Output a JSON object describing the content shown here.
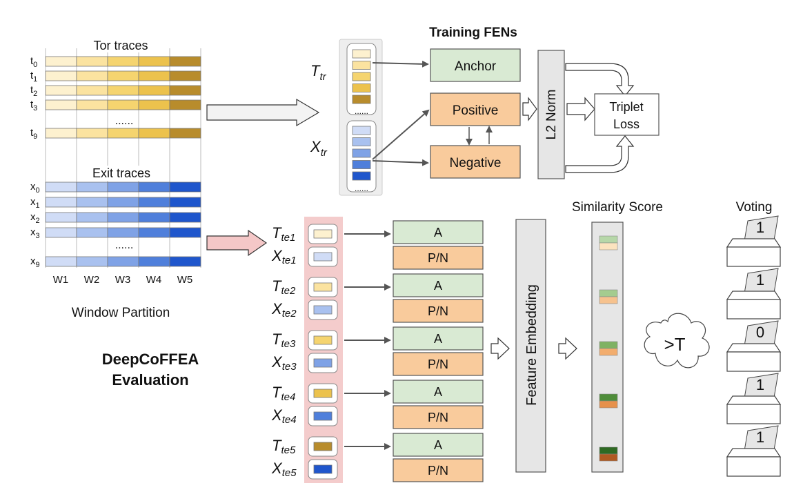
{
  "colors": {
    "tor": [
      "#fdf1cf",
      "#fbe3a0",
      "#f5d46f",
      "#ecc24d",
      "#b88c2c"
    ],
    "exit": [
      "#d0dcf6",
      "#a9c1ef",
      "#7fa2e6",
      "#4f7fdb",
      "#1f56cc"
    ],
    "green_box": "#d9ead3",
    "orange_box": "#f9cb9c",
    "gray_box": "#e6e6e6",
    "pink_band": "#f4cccc",
    "score_top": [
      "#b6d7a8",
      "#a4cc8f",
      "#7fb263",
      "#4f8d3a",
      "#2f6a23"
    ],
    "score_bottom": [
      "#fbe3bf",
      "#f6c28e",
      "#f2ad6e",
      "#e6914c",
      "#b05a22"
    ]
  },
  "left": {
    "tor_title": "Tor traces",
    "exit_title": "Exit traces",
    "tor_rows": [
      {
        "base": "t",
        "sub": "0"
      },
      {
        "base": "t",
        "sub": "1"
      },
      {
        "base": "t",
        "sub": "2"
      },
      {
        "base": "t",
        "sub": "3"
      },
      {
        "base": "t",
        "sub": "9"
      }
    ],
    "exit_rows": [
      {
        "base": "x",
        "sub": "0"
      },
      {
        "base": "x",
        "sub": "1"
      },
      {
        "base": "x",
        "sub": "2"
      },
      {
        "base": "x",
        "sub": "3"
      },
      {
        "base": "x",
        "sub": "9"
      }
    ],
    "ellipsis": "......",
    "windows": [
      "W1",
      "W2",
      "W3",
      "W4",
      "W5"
    ],
    "caption": "Window Partition"
  },
  "training": {
    "title": "Training FENs",
    "t_label": {
      "base": "T",
      "sub": "tr"
    },
    "x_label": {
      "base": "X",
      "sub": "tr"
    },
    "anchor": "Anchor",
    "positive": "Positive",
    "negative": "Negative",
    "l2norm": "L2 Norm",
    "loss_line1": "Triplet",
    "loss_line2": "Loss",
    "dots": "......"
  },
  "evaluation": {
    "title_line1": "DeepCoFFEA",
    "title_line2": "Evaluation",
    "rows": [
      {
        "t": {
          "base": "T",
          "sub": "te1"
        },
        "x": {
          "base": "X",
          "sub": "te1"
        },
        "a": "A",
        "pn": "P/N"
      },
      {
        "t": {
          "base": "T",
          "sub": "te2"
        },
        "x": {
          "base": "X",
          "sub": "te2"
        },
        "a": "A",
        "pn": "P/N"
      },
      {
        "t": {
          "base": "T",
          "sub": "te3"
        },
        "x": {
          "base": "X",
          "sub": "te3"
        },
        "a": "A",
        "pn": "P/N"
      },
      {
        "t": {
          "base": "T",
          "sub": "te4"
        },
        "x": {
          "base": "X",
          "sub": "te4"
        },
        "a": "A",
        "pn": "P/N"
      },
      {
        "t": {
          "base": "T",
          "sub": "te5"
        },
        "x": {
          "base": "X",
          "sub": "te5"
        },
        "a": "A",
        "pn": "P/N"
      }
    ],
    "feature_embedding": "Feature Embedding",
    "similarity_title": "Similarity Score",
    "threshold": ">T",
    "voting_title": "Voting",
    "votes": [
      "1",
      "1",
      "0",
      "1",
      "1"
    ]
  }
}
